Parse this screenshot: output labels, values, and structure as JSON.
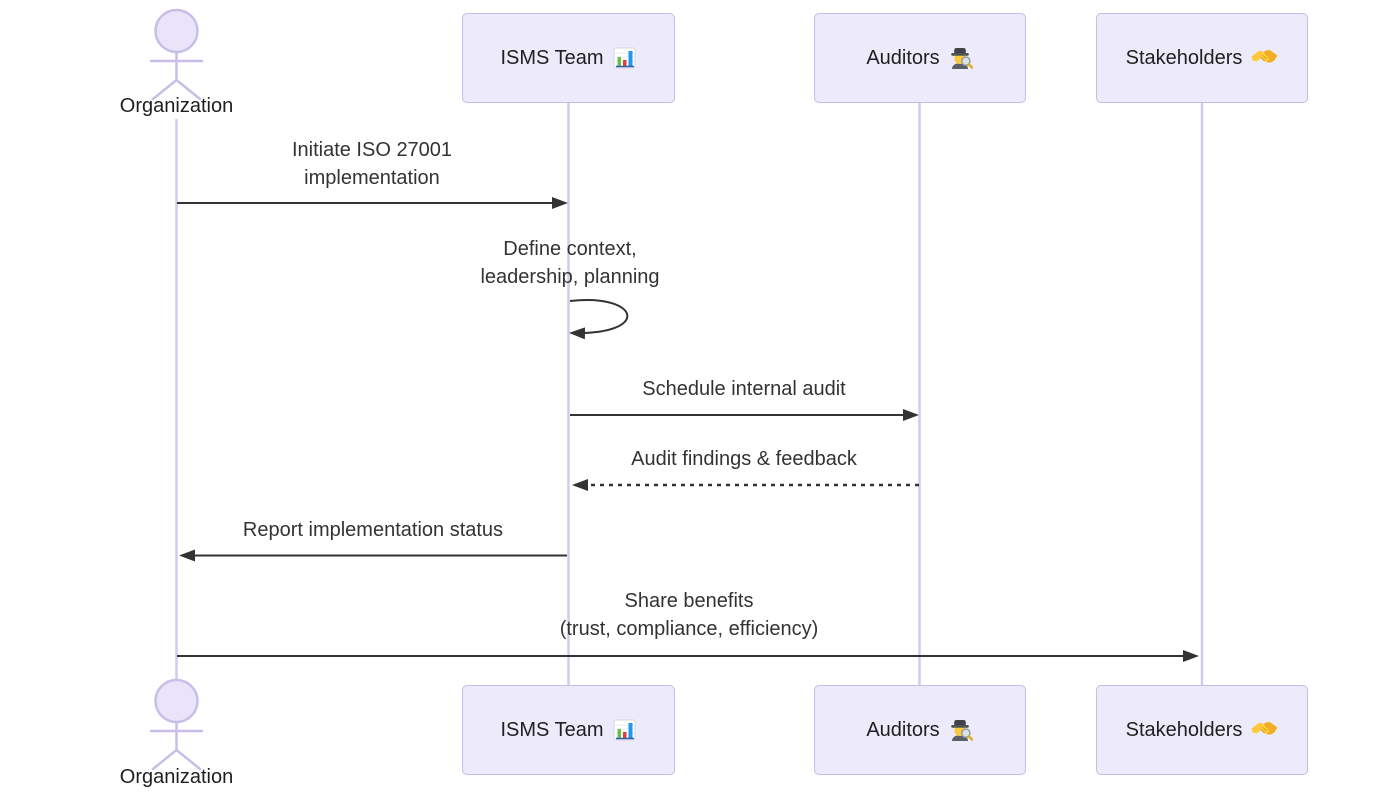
{
  "diagram": {
    "type": "sequence-diagram",
    "colors": {
      "participant_fill": "#edebfb",
      "participant_border": "#c7bce8",
      "lifeline": "#d5c9ef",
      "message_line": "#333333",
      "text": "#1f1f1f"
    },
    "actors": {
      "organization": {
        "label": "Organization",
        "kind": "actor"
      },
      "isms": {
        "label": "ISMS Team",
        "icon": "bar-chart-icon",
        "kind": "participant"
      },
      "auditors": {
        "label": "Auditors",
        "icon": "detective-icon",
        "kind": "participant"
      },
      "stakeholders": {
        "label": "Stakeholders",
        "icon": "handshake-icon",
        "kind": "participant"
      }
    },
    "messages": [
      {
        "from": "Organization",
        "to": "ISMS Team",
        "line": "solid",
        "text": "Initiate ISO 27001\nimplementation"
      },
      {
        "from": "ISMS Team",
        "to": "ISMS Team",
        "line": "self-loop",
        "text": "Define context,\nleadership, planning"
      },
      {
        "from": "ISMS Team",
        "to": "Auditors",
        "line": "solid",
        "text": "Schedule internal audit"
      },
      {
        "from": "Auditors",
        "to": "ISMS Team",
        "line": "dashed",
        "text": "Audit findings & feedback"
      },
      {
        "from": "ISMS Team",
        "to": "Organization",
        "line": "solid",
        "text": "Report implementation status"
      },
      {
        "from": "Organization",
        "to": "Stakeholders",
        "line": "solid",
        "text": "Share benefits\n(trust, compliance, efficiency)"
      }
    ]
  }
}
